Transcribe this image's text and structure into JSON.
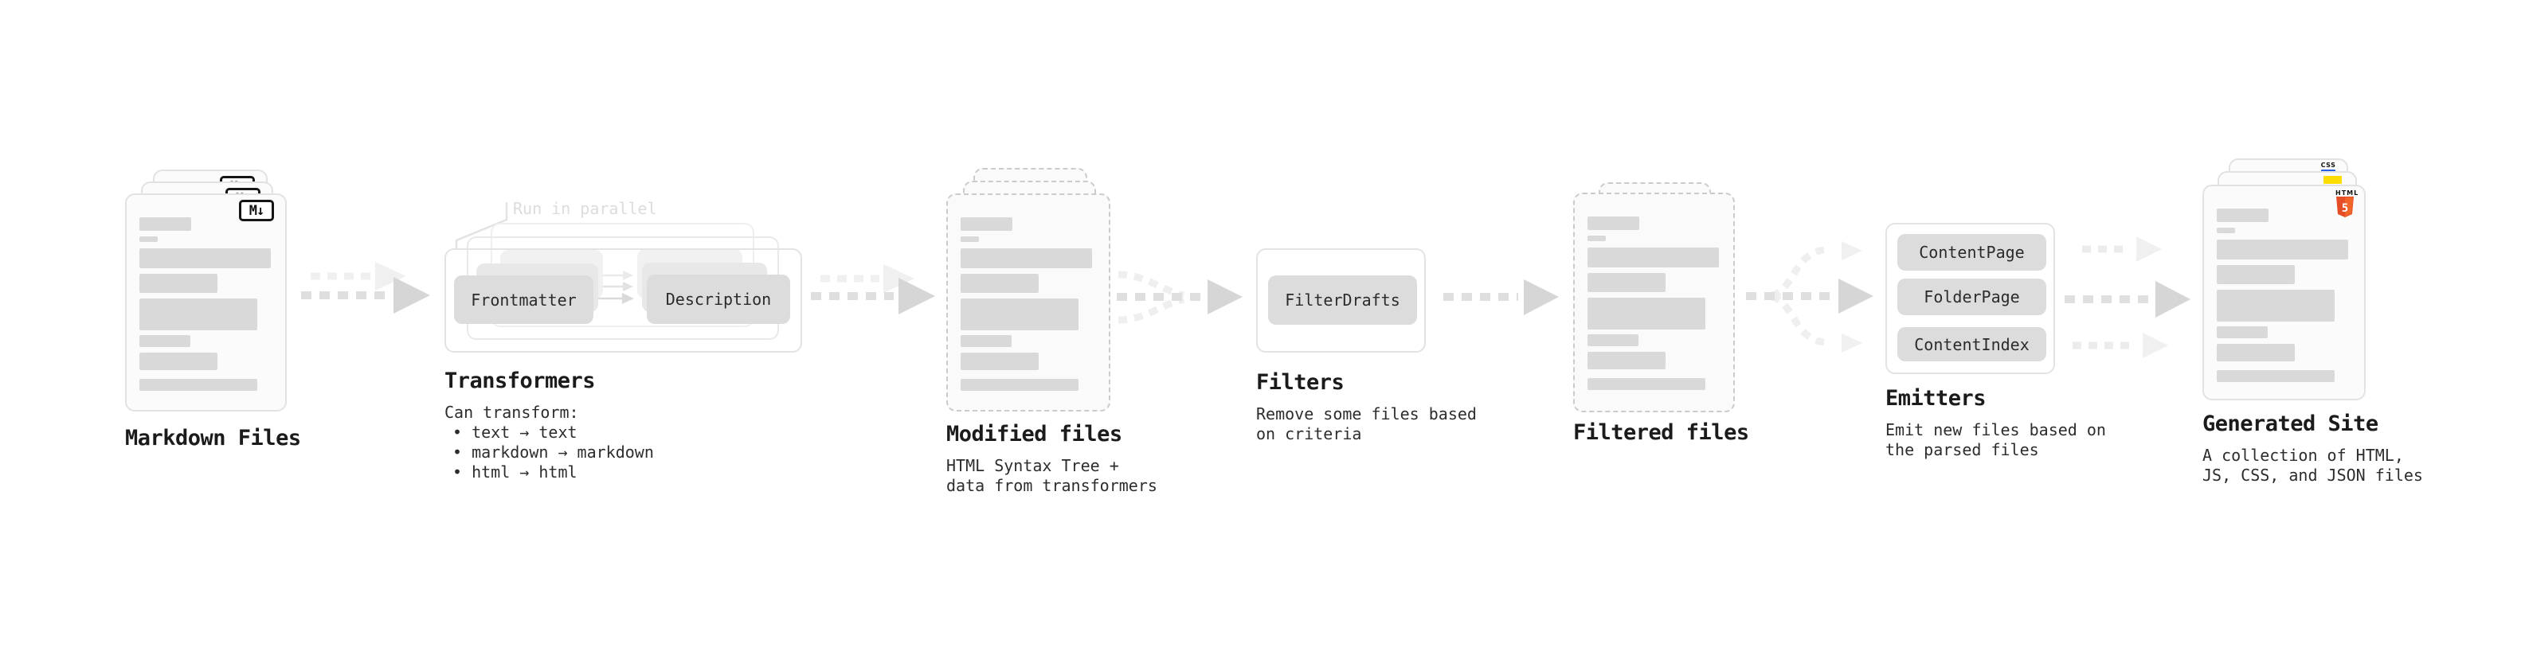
{
  "diagram": {
    "annotation": {
      "run_in_parallel": "Run in parallel"
    },
    "stages": {
      "markdown": {
        "title": "Markdown Files",
        "badge_label": "M↓"
      },
      "transformers": {
        "title": "Transformers",
        "box_left": "Frontmatter",
        "box_right": "Description",
        "notes": [
          "Can transform:",
          "• text → text",
          "• markdown → markdown",
          "• html → html"
        ]
      },
      "modified": {
        "title": "Modified files",
        "notes": [
          "HTML Syntax Tree +",
          "data from transformers"
        ]
      },
      "filters": {
        "title": "Filters",
        "box": "FilterDrafts",
        "notes": [
          "Remove some files based",
          "on criteria"
        ]
      },
      "filtered": {
        "title": "Filtered files"
      },
      "emitters": {
        "title": "Emitters",
        "boxes": [
          "ContentPage",
          "FolderPage",
          "ContentIndex"
        ],
        "notes": [
          "Emit new files based on",
          "the parsed files"
        ]
      },
      "site": {
        "title": "Generated Site",
        "notes": [
          "A collection of HTML,",
          "JS, CSS, and JSON files"
        ],
        "css_badge_label": "CSS",
        "html5_badge_label": "HTML",
        "html5_number": "5"
      }
    },
    "colors": {
      "html5_orange": "#e44d26",
      "html5_orange_light": "#f16529",
      "js_yellow": "#ffdd00",
      "css_blue": "#2760e6"
    },
    "doc_bars": [
      {
        "w": 65,
        "h": 17,
        "mt": 28
      },
      {
        "w": 23,
        "h": 7,
        "mt": 7
      },
      {
        "w": 165,
        "h": 25,
        "mt": 8
      },
      {
        "w": 98,
        "h": 24,
        "mt": 7
      },
      {
        "w": 148,
        "h": 40,
        "mt": 7
      },
      {
        "w": 64,
        "h": 15,
        "mt": 6
      },
      {
        "w": 98,
        "h": 22,
        "mt": 7
      },
      {
        "w": 148,
        "h": 15,
        "mt": 11
      }
    ]
  }
}
